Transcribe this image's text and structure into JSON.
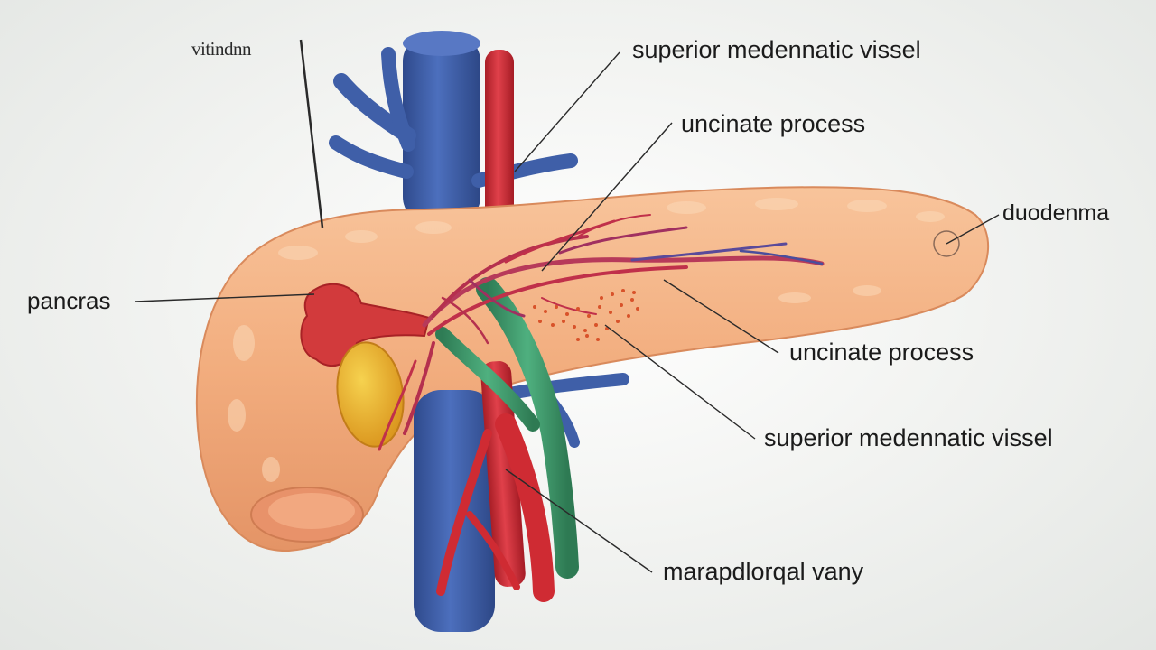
{
  "diagram": {
    "labels": {
      "top_left": "vitindnn",
      "smv_top": "superior medennatic vissel",
      "uncinate_top": "uncinate process",
      "duodenum": "duodenma",
      "pancreas": "pancras",
      "uncinate_mid": "uncinate process",
      "smv_bottom": "superior medennatic vissel",
      "marap": "marapdlorqal  vany"
    },
    "colors": {
      "pancreas": "#f2ad7e",
      "pancreas_highlight": "#f8c9a0",
      "vein": "#3f5fa8",
      "artery": "#cf2b33",
      "green_vessel": "#3f9a6c",
      "gallbladder": "#e9b328",
      "leader_line": "#2a2a2a"
    }
  }
}
